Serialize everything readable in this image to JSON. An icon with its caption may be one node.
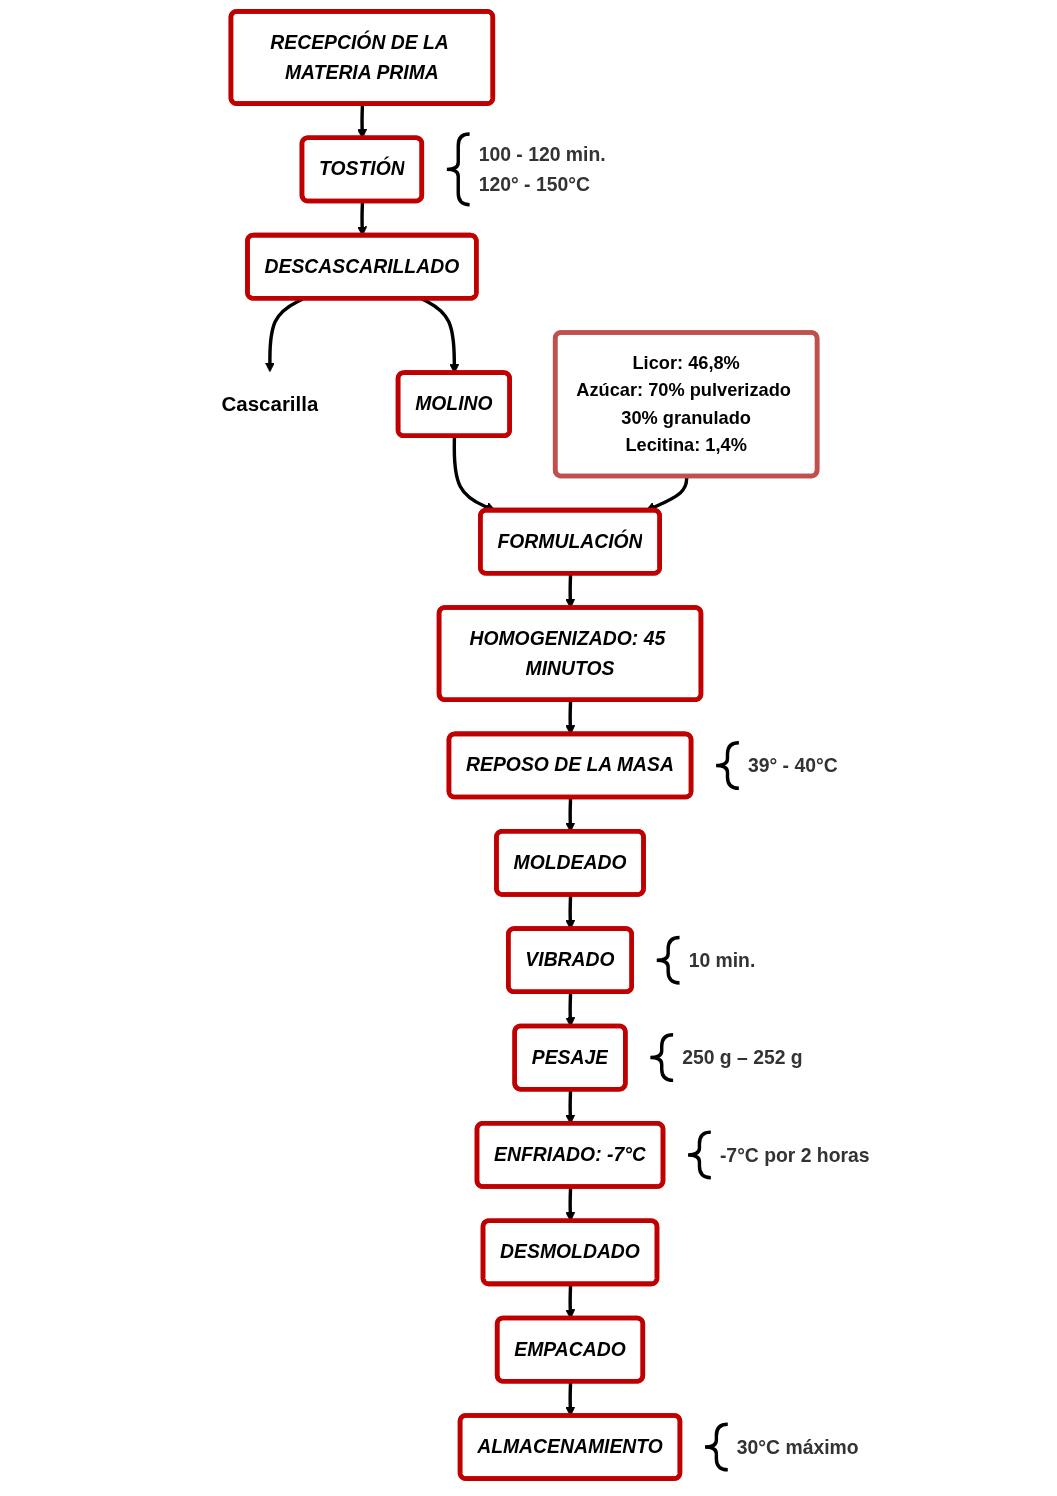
{
  "diagram": {
    "nodes": [
      {
        "text": [
          "RECEPCIÓN DE LA MATERIA PRIMA"
        ]
      },
      {
        "text": [
          "TOSTIÓN"
        ],
        "beside": [
          "100 - 120 min.",
          "120° - 150°C"
        ]
      },
      {
        "text": [
          "DESCASCARILLADO"
        ]
      },
      {
        "text": [
          "Cascarilla"
        ]
      },
      {
        "text": [
          "MOLINO"
        ]
      },
      {
        "text": [
          "FORMULACIÓN"
        ]
      },
      {
        "text": [
          "Licor: 46,8%",
          "Azúcar: 70% pulverizado 30% granulado",
          "Lecitina: 1,4%"
        ]
      },
      {
        "text": [
          "HOMOGENIZADO: 45 MINUTOS"
        ]
      },
      {
        "text": [
          "REPOSO DE LA MASA"
        ],
        "beside": [
          "39° - 40°C"
        ]
      },
      {
        "text": [
          "MOLDEADO"
        ]
      },
      {
        "text": [
          "VIBRADO"
        ],
        "beside": [
          "10 min."
        ]
      },
      {
        "text": [
          "PESAJE"
        ],
        "beside": [
          "250 g – 252 g"
        ]
      },
      {
        "text": [
          "ENFRIADO: -7°C"
        ],
        "beside": [
          "-7°C por 2 horas"
        ]
      },
      {
        "text": [
          "DESMOLDADO"
        ]
      },
      {
        "text": [
          "EMPACADO"
        ]
      },
      {
        "text": [
          "ALMACENAMIENTO"
        ],
        "beside": [
          "30°C máximo"
        ]
      }
    ],
    "edges": [
      {
        "from": 0,
        "to": 1,
        "arrow": "to"
      },
      {
        "from": 1,
        "to": 2,
        "arrow": "to"
      },
      {
        "from": 2,
        "to": 3,
        "arrow": "to"
      },
      {
        "from": 2,
        "to": 4,
        "arrow": "to"
      },
      {
        "from": 4,
        "to": 5,
        "arrow": "to"
      },
      {
        "from": 6,
        "to": 5,
        "arrow": "to"
      },
      {
        "from": 5,
        "to": 7,
        "arrow": "to"
      },
      {
        "from": 7,
        "to": 8,
        "arrow": "to"
      },
      {
        "from": 8,
        "to": 9,
        "arrow": "to"
      },
      {
        "from": 9,
        "to": 10,
        "arrow": "to"
      },
      {
        "from": 10,
        "to": 11,
        "arrow": "to"
      },
      {
        "from": 11,
        "to": 12,
        "arrow": "to"
      },
      {
        "from": 12,
        "to": 13,
        "arrow": "to"
      },
      {
        "from": 13,
        "to": 14,
        "arrow": "to"
      },
      {
        "from": 14,
        "to": 15,
        "arrow": "to"
      }
    ]
  }
}
